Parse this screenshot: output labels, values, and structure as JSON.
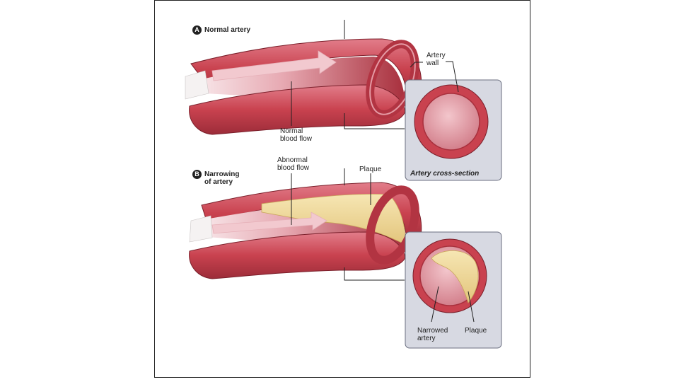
{
  "panel_a": {
    "letter": "A",
    "title": "Normal artery",
    "artery_wall_label": "Artery\nwall",
    "flow_label": "Normal\nblood flow",
    "cross_section_caption": "Artery cross-section"
  },
  "panel_b": {
    "letter": "B",
    "title": "Narrowing\nof artery",
    "flow_label": "Abnormal\nblood flow",
    "plaque_label": "Plaque",
    "narrowed_label": "Narrowed\nartery",
    "plaque_label_inset": "Plaque"
  },
  "colors": {
    "artery_outer": "#c9424f",
    "artery_inner": "#a8303d",
    "artery_light": "#e59aa4",
    "plaque": "#f1dc9c",
    "inset_bg": "#d7d9e2",
    "flow_arrow": "#f2c9cf"
  }
}
